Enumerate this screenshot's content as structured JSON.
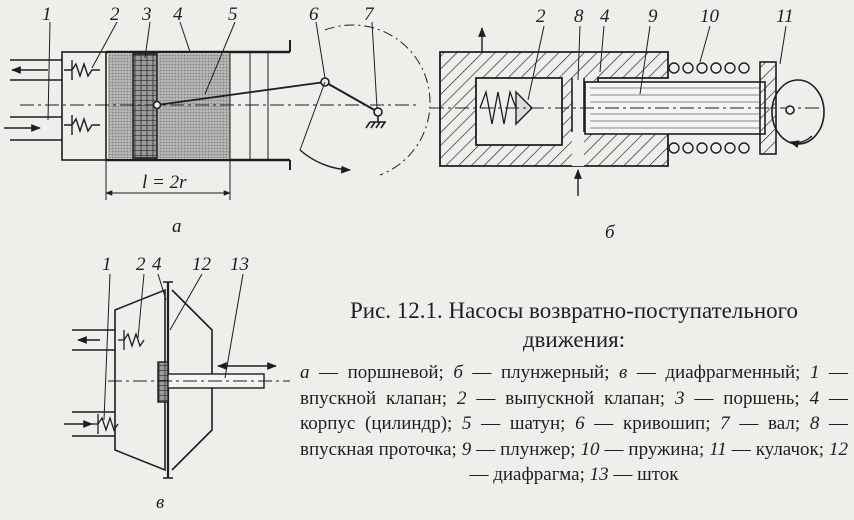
{
  "figure": {
    "caption_line1": "Рис. 12.1. Насосы возвратно-поступательного",
    "caption_line2": "движения:",
    "sublabels": {
      "a": "а",
      "b": "б",
      "v": "в"
    },
    "dimension": "l = 2r",
    "callouts_a": [
      "1",
      "2",
      "3",
      "4",
      "5",
      "6",
      "7"
    ],
    "callouts_b": [
      "2",
      "8",
      "4",
      "9",
      "10",
      "11"
    ],
    "callouts_v": [
      "1",
      "2",
      "4",
      "12",
      "13"
    ]
  },
  "legend": {
    "a_key": "а",
    "a_text": " — поршневой; ",
    "b_key": "б",
    "b_text": " — плунжерный; ",
    "v_key": "в",
    "v_text": " — диафрагменный; ",
    "n1": "1",
    "t1": " — впускной клапан; ",
    "n2": "2",
    "t2": " — выпускной клапан; ",
    "n3": "3",
    "t3": " — поршень; ",
    "n4": "4",
    "t4": " — корпус (цилиндр); ",
    "n5": "5",
    "t5": " — шатун; ",
    "n6": "6",
    "t6": " — кривошип; ",
    "n7": "7",
    "t7": " — вал; ",
    "n8": "8",
    "t8": " — впускная проточка; ",
    "n9": "9",
    "t9": " — плунжер; ",
    "n10": "10",
    "t10": " — пружина; ",
    "n11": "11",
    "t11": " — кулачок; ",
    "n12": "12",
    "t12": " — диафрагма; ",
    "n13": "13",
    "t13": " — шток"
  }
}
